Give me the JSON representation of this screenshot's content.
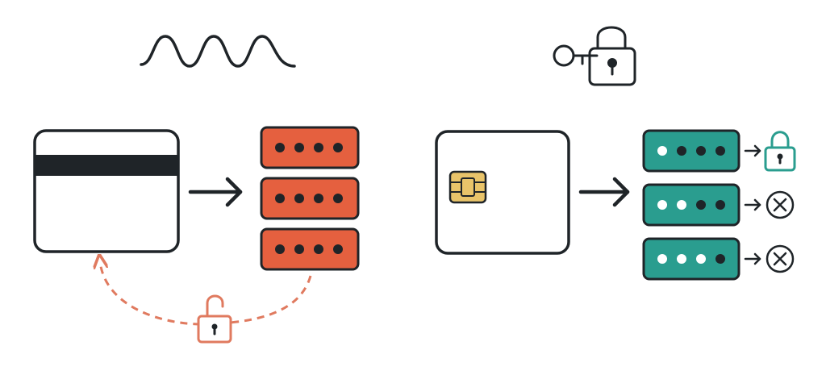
{
  "colors": {
    "outline": "#1f2428",
    "stripe": "#1f2428",
    "orange": "#e5603f",
    "orange_dash": "#e07a5f",
    "teal": "#2a9d8f",
    "chip": "#e9c46a",
    "dot_dark": "#1f2428",
    "dot_light": "#ffffff"
  },
  "left_panel": {
    "signal_icon": "sine-wave-icon",
    "card_type": "magnetic-stripe-card",
    "code_blocks": [
      {
        "dots": [
          "dark",
          "dark",
          "dark",
          "dark"
        ]
      },
      {
        "dots": [
          "dark",
          "dark",
          "dark",
          "dark"
        ]
      },
      {
        "dots": [
          "dark",
          "dark",
          "dark",
          "dark"
        ]
      }
    ],
    "replay_icon": "unlocked-padlock-icon"
  },
  "right_panel": {
    "top_icon": "key-and-padlock-icon",
    "card_type": "chip-card",
    "code_blocks": [
      {
        "dots": [
          "light",
          "dark",
          "dark",
          "dark"
        ],
        "result_icon": "locked-padlock-icon"
      },
      {
        "dots": [
          "light",
          "light",
          "dark",
          "dark"
        ],
        "result_icon": "rejected-x-icon"
      },
      {
        "dots": [
          "light",
          "light",
          "light",
          "dark"
        ],
        "result_icon": "rejected-x-icon"
      }
    ]
  }
}
